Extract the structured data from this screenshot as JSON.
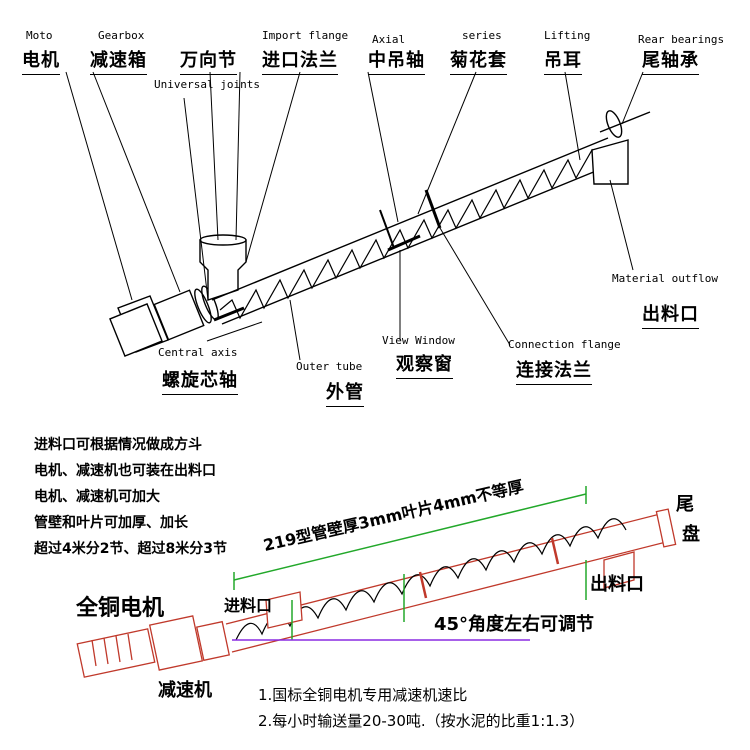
{
  "top_diagram": {
    "labels": {
      "motor_en": "Moto",
      "motor_cn": "电机",
      "gearbox_en": "Gearbox",
      "gearbox_cn": "减速箱",
      "universal_cn": "万向节",
      "universal_en": "Universal joints",
      "import_flange_en": "Import flange",
      "import_flange_cn": "进口法兰",
      "axial_en": "Axial",
      "axial_cn": "中吊轴",
      "series_en": "series",
      "series_cn": "菊花套",
      "lifting_en": "Lifting",
      "lifting_cn": "吊耳",
      "rear_bearings_en": "Rear bearings",
      "rear_bearings_cn": "尾轴承",
      "material_outflow_en": "Material outflow",
      "material_outflow_cn": "出料口",
      "central_axis_en": "Central axis",
      "central_axis_cn": "螺旋芯轴",
      "outer_tube_en": "Outer tube",
      "outer_tube_cn": "外管",
      "view_window_en": "View Window",
      "view_window_cn": "观察窗",
      "connection_flange_en": "Connection flange",
      "connection_flange_cn": "连接法兰"
    }
  },
  "notes": [
    "进料口可根据情况做成方斗",
    "电机、减速机也可装在出料口",
    "电机、减速机可加大",
    "管壁和叶片可加厚、加长",
    "超过4米分2节、超过8米分3节"
  ],
  "bottom_diagram": {
    "labels": {
      "tail_plate": "尾\n盘",
      "tail_plate_1": "尾",
      "tail_plate_2": "盘",
      "spec": "219型管壁厚3mm叶片4mm不等厚",
      "outlet": "出料口",
      "inlet": "进料口",
      "motor": "全铜电机",
      "angle": "45°角度左右可调节",
      "reducer": "减速机"
    },
    "footer": [
      "1.国标全铜电机专用减速机速比",
      "2.每小时输送量20-30吨.（按水泥的比重1:1.3）"
    ]
  },
  "colors": {
    "ink": "#000000",
    "drawing_red": "#c0392b",
    "dimension_green": "#22a82a",
    "angle_purple": "#8a2be2"
  }
}
